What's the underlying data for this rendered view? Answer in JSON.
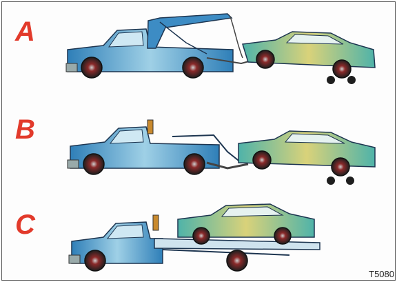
{
  "panels": [
    {
      "id": "A",
      "label": "A"
    },
    {
      "id": "B",
      "label": "B"
    },
    {
      "id": "C",
      "label": "C"
    }
  ],
  "figure_code": "T5080",
  "colors": {
    "letters": "#e23a2b",
    "truck_blue": "#2f7fb8",
    "truck_light": "#9fd0e6",
    "car_teal": "#4fb3a9",
    "car_yellow": "#d9d27a",
    "wheel_dark": "#2a2a2a",
    "wheel_red": "#8a2a2a"
  }
}
